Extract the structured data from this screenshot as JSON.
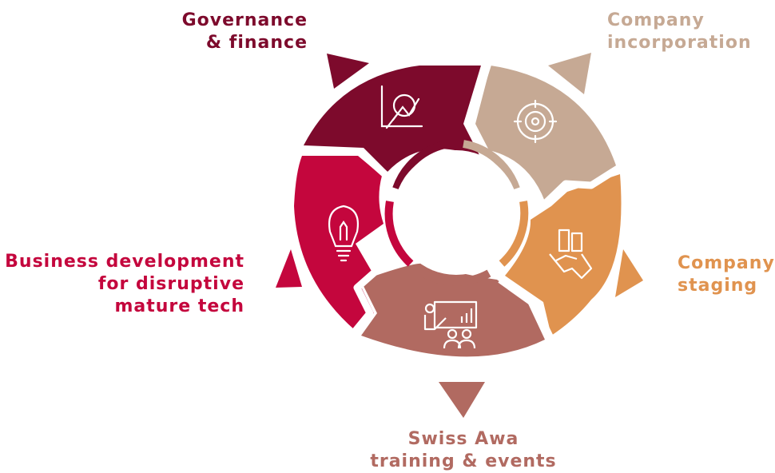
{
  "colors": {
    "governance": "#7d0a2c",
    "incorporation": "#c6a994",
    "staging": "#e0934f",
    "training": "#b16a61",
    "business": "#c4063d",
    "icon": "#ffffff"
  },
  "stages": {
    "governance": {
      "line1": "Governance",
      "line2": "& finance",
      "icon": "magnifier-chart-icon"
    },
    "incorporation": {
      "line1": "Company",
      "line2": "incorporation",
      "icon": "target-gear-icon"
    },
    "staging": {
      "line1": "Company",
      "line2": "staging",
      "icon": "handshake-buildings-icon"
    },
    "training": {
      "line1": "Swiss Awa",
      "line2": "training & events",
      "icon": "presentation-icon"
    },
    "business": {
      "line1": "Business development",
      "line2": "for disruptive",
      "line3": "mature tech",
      "icon": "lightbulb-icon"
    }
  }
}
